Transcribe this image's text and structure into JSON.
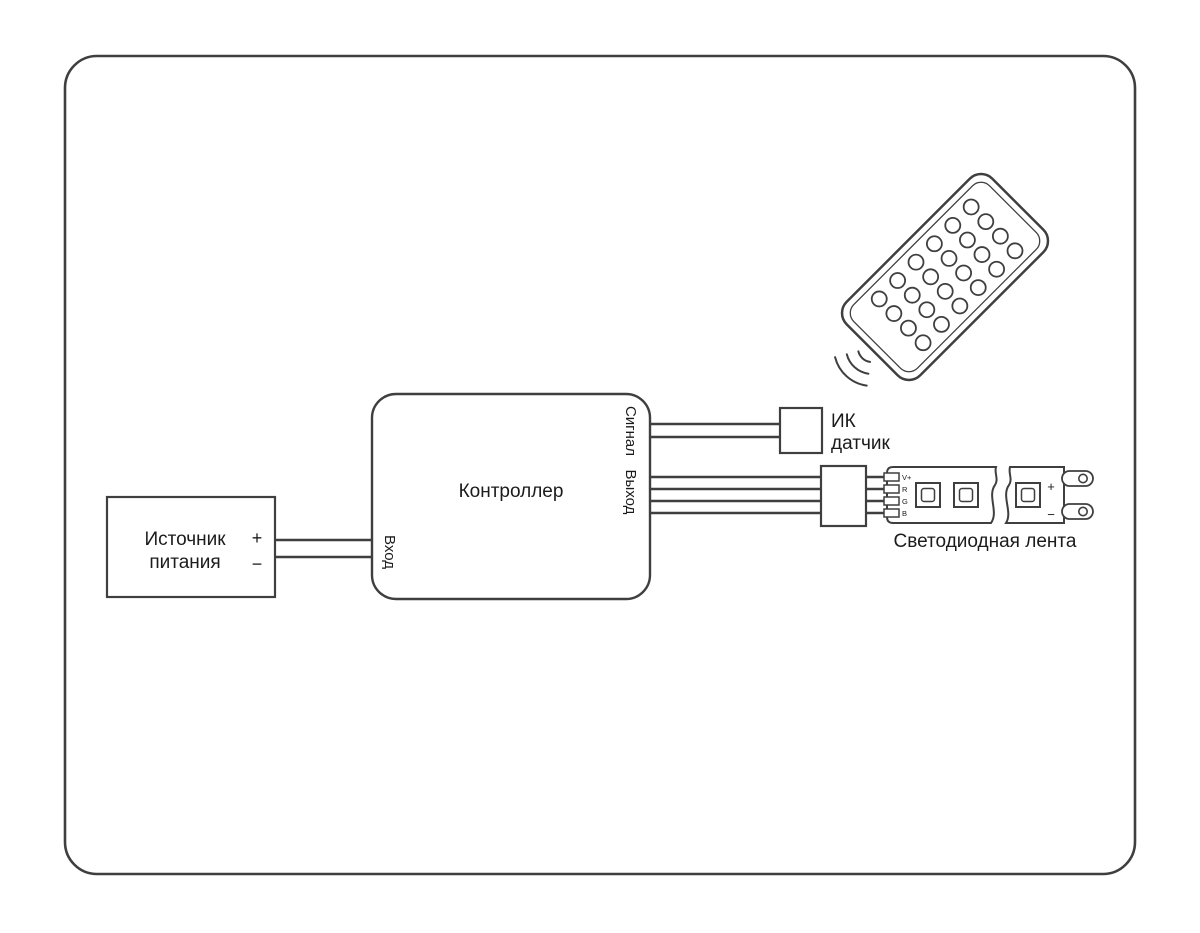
{
  "colors": {
    "background": "#ffffff",
    "line": "#3f3f3f",
    "text": "#1b1b1b"
  },
  "power_supply": {
    "label_line1": "Источник",
    "label_line2": "питания",
    "plus_label": "+",
    "minus_label": "−"
  },
  "controller": {
    "label": "Контроллер",
    "input_label": "Вход",
    "signal_label": "Сигнал",
    "output_label": "Выход"
  },
  "ir_sensor": {
    "label_line1": "ИК",
    "label_line2": "датчик"
  },
  "led_strip": {
    "label": "Светодиодная лента",
    "pin_labels": [
      "V+",
      "R",
      "G",
      "B"
    ],
    "plus_label": "+",
    "minus_label": "−"
  }
}
